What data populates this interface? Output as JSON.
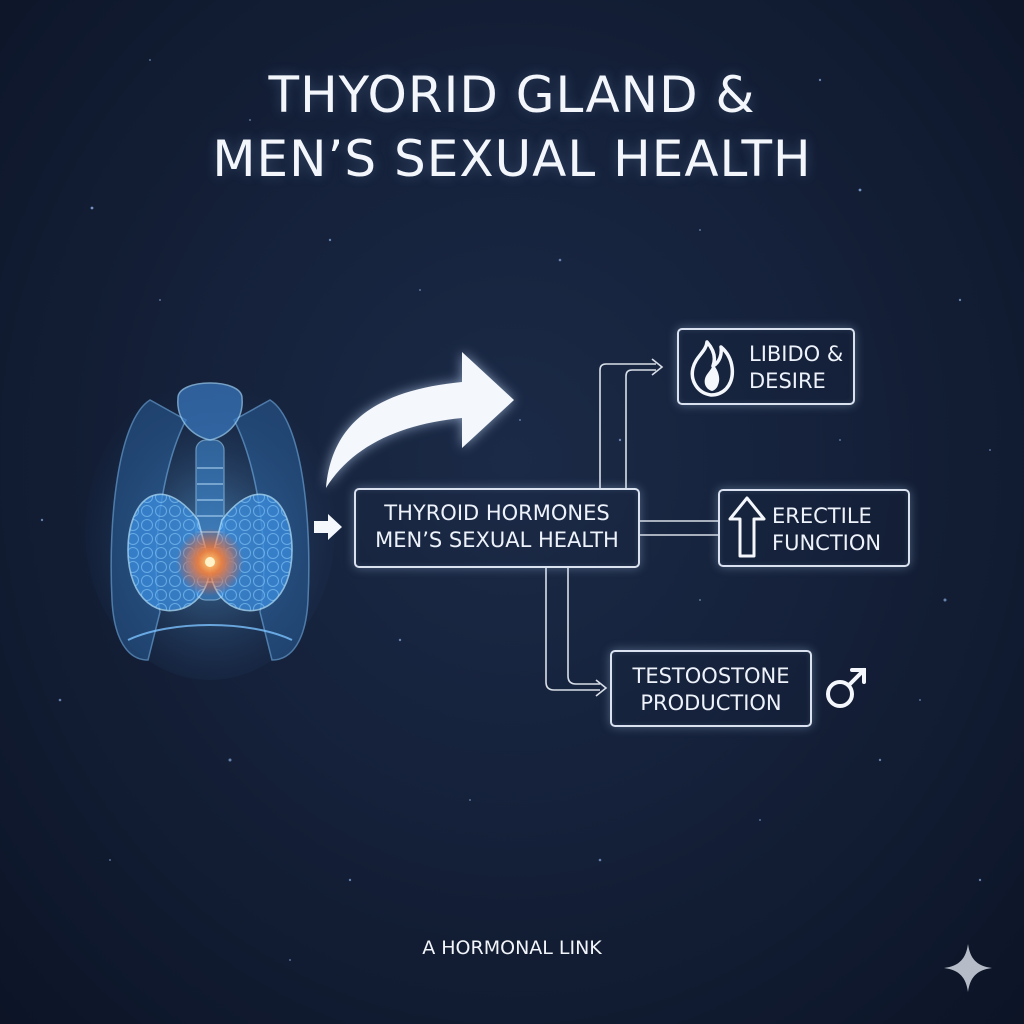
{
  "title": {
    "line1": "THYORID GLAND &",
    "line2": "MEN’S SEXUAL HEALTH"
  },
  "hub": {
    "line1": "THYROID HORMONES",
    "line2": "MEN’S SEXUAL HEALTH"
  },
  "outcomes": {
    "libido": {
      "line1": "LIBIDO &",
      "line2": "DESIRE",
      "icon": "flame-icon"
    },
    "erectile": {
      "line1": "ERECTILE",
      "line2": "FUNCTION",
      "icon": "up-arrow-icon"
    },
    "testosterone": {
      "line1": "TESTOOSTONE",
      "line2": "PRODUCTION",
      "icon": "male-symbol-icon"
    }
  },
  "footer": "A HORMONAL LINK",
  "colors": {
    "background": "#15213a",
    "gland_glow": "#4fa8ff",
    "core_glow": "#ff7a2a",
    "line": "#eef3fb"
  }
}
